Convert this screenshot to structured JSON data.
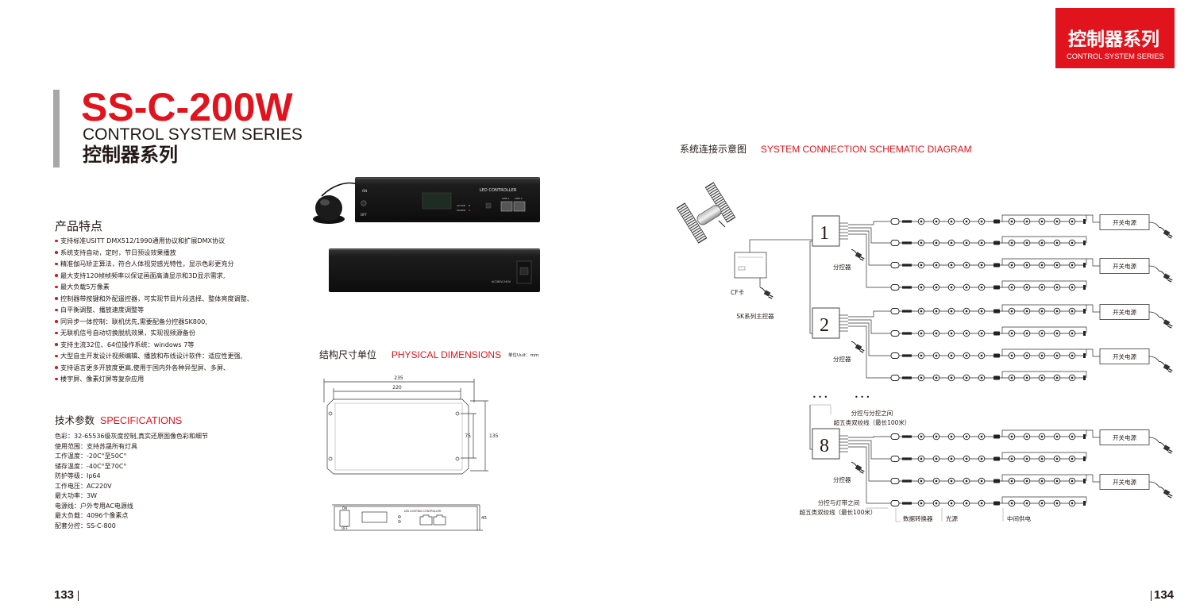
{
  "header_badge": {
    "title_cn": "控制器系列",
    "title_en": "CONTROL SYSTEM SERIES"
  },
  "product": {
    "model": "SS-C-200W",
    "series_en": "CONTROL SYSTEM SERIES",
    "series_cn": "控制器系列"
  },
  "features": {
    "heading": "产品特点",
    "items": [
      "支持标准USITT DMX512/1990通用协议和扩展DMX协议",
      "系统支持自动，定时，节日预设效果播放",
      "精准伽马矫正算法，符合人体视觉感光特性，显示色彩更充分",
      "最大支持120帧帧频率以保证画面高清显示和3D显示需求,",
      "最大负载5万像素",
      "控制器带按键和外配遥控器，可实现节目片段选择、整体亮度调整、",
      "白平衡调整、播放速度调整等",
      "同异步一体控制：联机优先,需要配备分控器SK800,",
      "无联机信号自动切换脱机效果，实现视频源备份",
      "支持主流32位、64位操作系统：windows 7等",
      "大型自主开发设计视频编辑、播放和布线设计软件：适应性更强,",
      "支持语言更多开放度更高,使用于国内外各种异型屏、多屏、",
      "楼宇屏、像素灯屏等复杂应用"
    ]
  },
  "specs": {
    "heading_cn": "技术参数",
    "heading_en": "SPECIFICATIONS",
    "items": [
      "色彩：32-65536级灰度控制,真实还原图像色彩和细节",
      "使用范围：支持苏晟所有灯具",
      "工作温度：-20C°至50C°",
      "储存温度：-40C°至70C°",
      "防护等级：Ip64",
      "工作电压：AC220V",
      "最大功率：3W",
      "电源线：户外专用AC电源线",
      "最大负载：4096个像素点",
      "配套分控：SS-C-800"
    ]
  },
  "device_photo": {
    "panel_title": "LED CONTROLLER",
    "on": "ON",
    "off": "OFF",
    "active": "ACTIVE",
    "power": "POWER",
    "line1": "LINE 1",
    "line2": "LINE 2",
    "rear_rating": "AC180V-240V"
  },
  "dimensions": {
    "heading_cn": "结构尺寸单位",
    "heading_en": "PHYSICAL DIMENSIONS",
    "unit_note": "单位Uuit：mm",
    "outer_width": "235",
    "inner_width": "220",
    "hole_spacing": "75",
    "depth": "135",
    "height": "45",
    "front_label": "LED LIGHTING CONTROLLER",
    "switch_on": "ON",
    "switch_off": "OFF"
  },
  "diagram": {
    "heading_cn": "系统连接示意图",
    "heading_en": "SYSTEM CONNECTION SCHEMATIC DIAGRAM",
    "cf_card": "CF卡",
    "main_controller": "SK系列主控器",
    "distributor_label": "分控器",
    "distributor_numbers": [
      "1",
      "2",
      "8"
    ],
    "ellipsis": "• • •",
    "power_supply": "开关电源",
    "between_distributors": [
      "分控与分控之间",
      "超五类双绞线（最长100米）"
    ],
    "between_strip": [
      "分控与灯带之间",
      "超五类双绞线（最长100米）"
    ],
    "legend": {
      "converter": "数据转换器",
      "light": "光源",
      "mid_power": "中间供电"
    }
  },
  "pages": {
    "left": "133",
    "right": "134"
  },
  "colors": {
    "accent": "#e1141e",
    "text": "#231815",
    "side_bar": "#a7a7a7"
  }
}
